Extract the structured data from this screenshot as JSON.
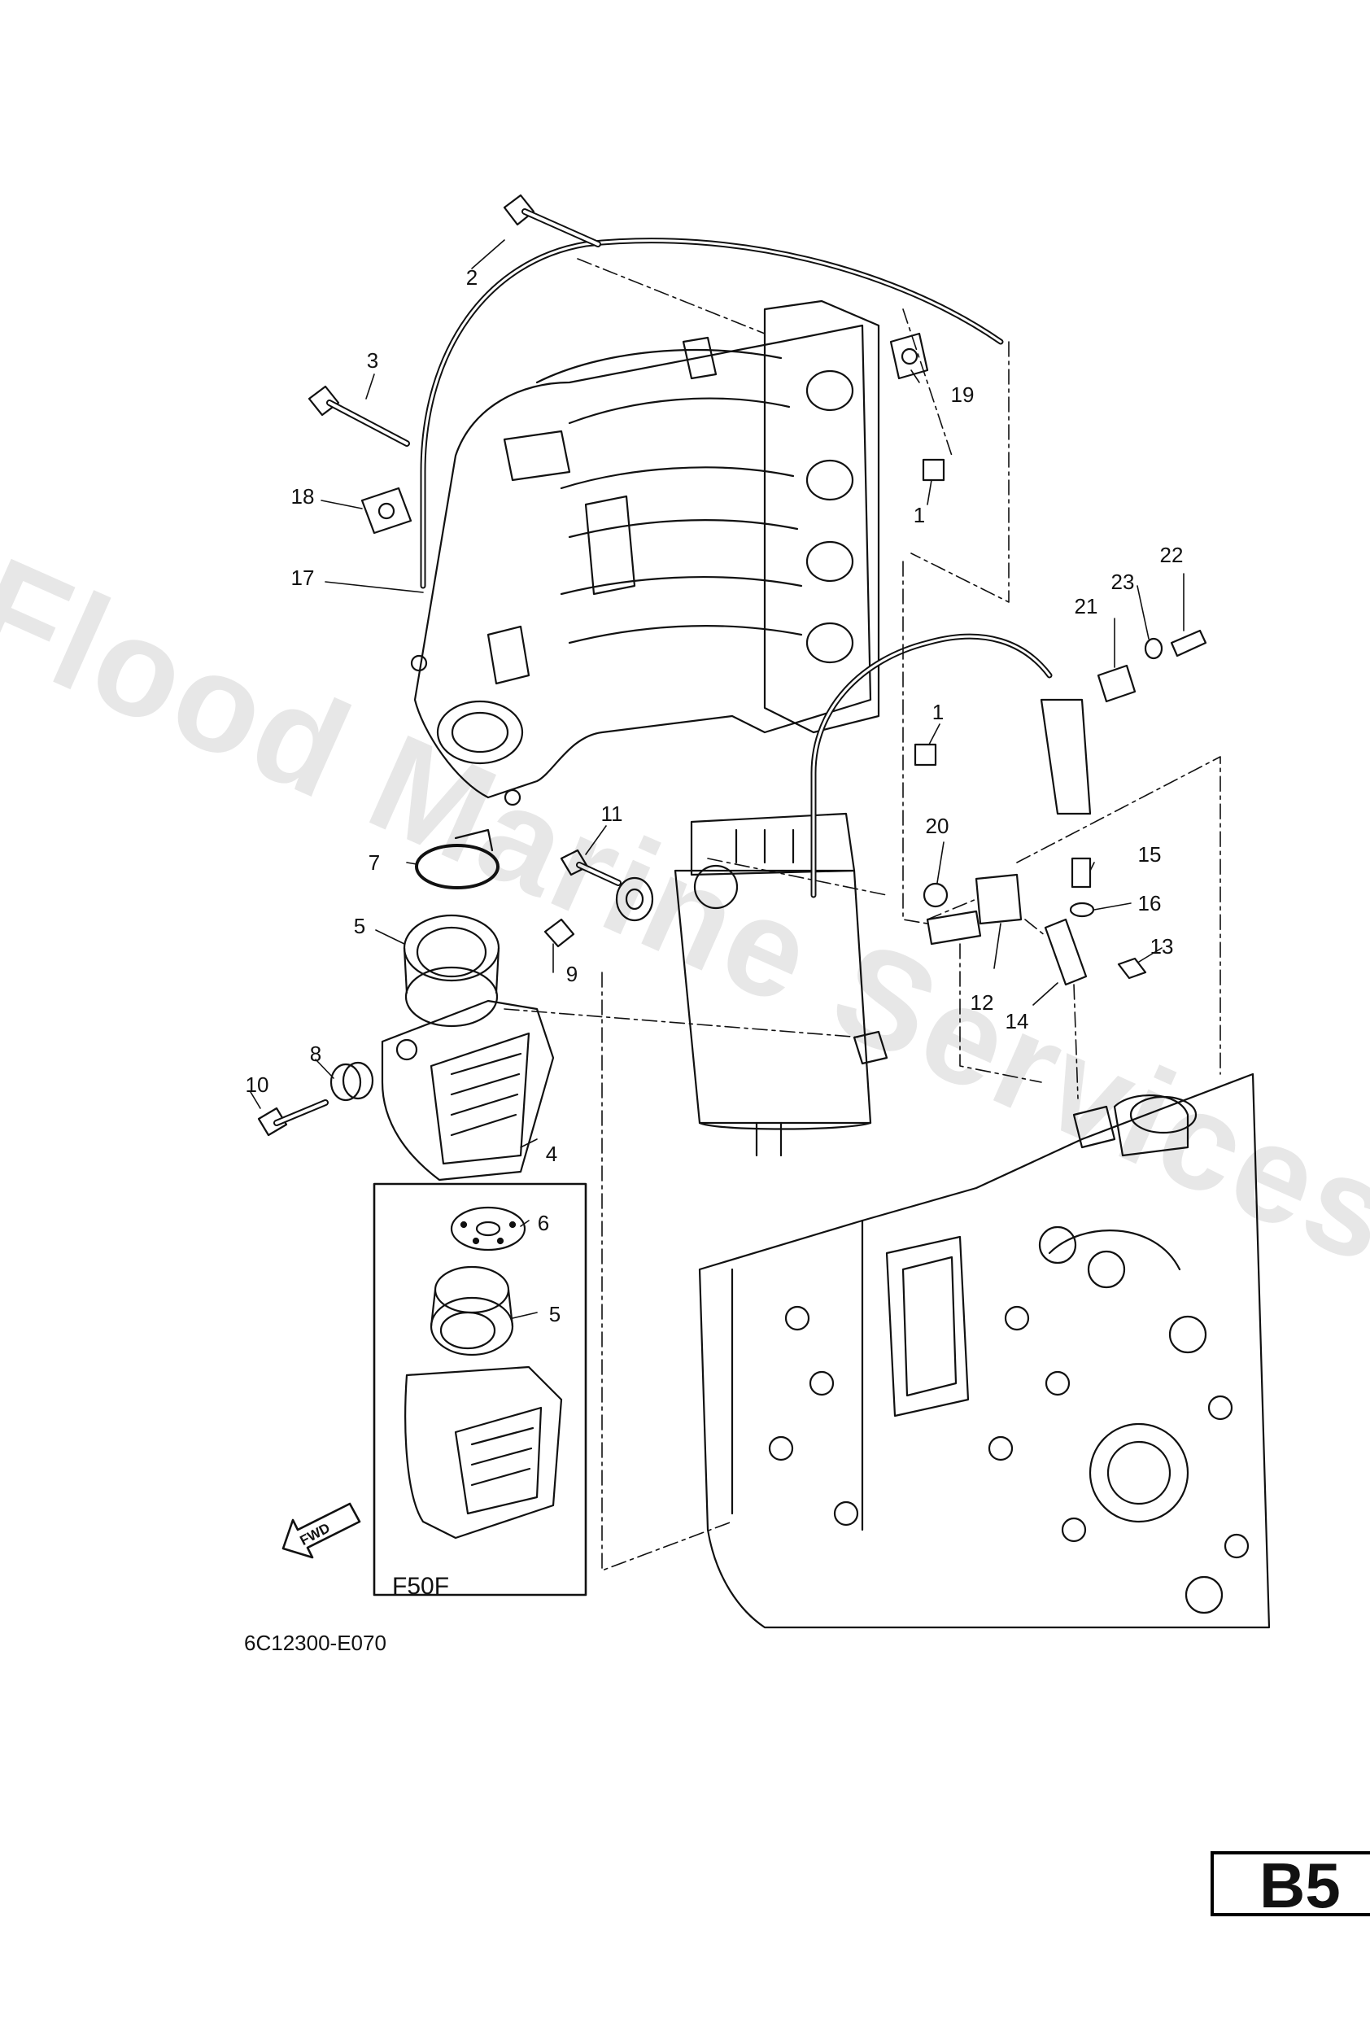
{
  "watermark": "Flood Marine Services",
  "diagram_code": "6C12300-E070",
  "variant_label": "F50F",
  "fwd_label": "FWD",
  "page_code": "B5",
  "callouts": [
    {
      "id": "c1a",
      "text": "1"
    },
    {
      "id": "c1b",
      "text": "1"
    },
    {
      "id": "c2",
      "text": "2"
    },
    {
      "id": "c3",
      "text": "3"
    },
    {
      "id": "c4",
      "text": "4"
    },
    {
      "id": "c5a",
      "text": "5"
    },
    {
      "id": "c5b",
      "text": "5"
    },
    {
      "id": "c6",
      "text": "6"
    },
    {
      "id": "c7",
      "text": "7"
    },
    {
      "id": "c8",
      "text": "8"
    },
    {
      "id": "c9",
      "text": "9"
    },
    {
      "id": "c10",
      "text": "10"
    },
    {
      "id": "c11",
      "text": "11"
    },
    {
      "id": "c12",
      "text": "12"
    },
    {
      "id": "c13",
      "text": "13"
    },
    {
      "id": "c14",
      "text": "14"
    },
    {
      "id": "c15",
      "text": "15"
    },
    {
      "id": "c16",
      "text": "16"
    },
    {
      "id": "c17",
      "text": "17"
    },
    {
      "id": "c18",
      "text": "18"
    },
    {
      "id": "c19",
      "text": "19"
    },
    {
      "id": "c20",
      "text": "20"
    },
    {
      "id": "c21",
      "text": "21"
    },
    {
      "id": "c22",
      "text": "22"
    },
    {
      "id": "c23",
      "text": "23"
    }
  ]
}
